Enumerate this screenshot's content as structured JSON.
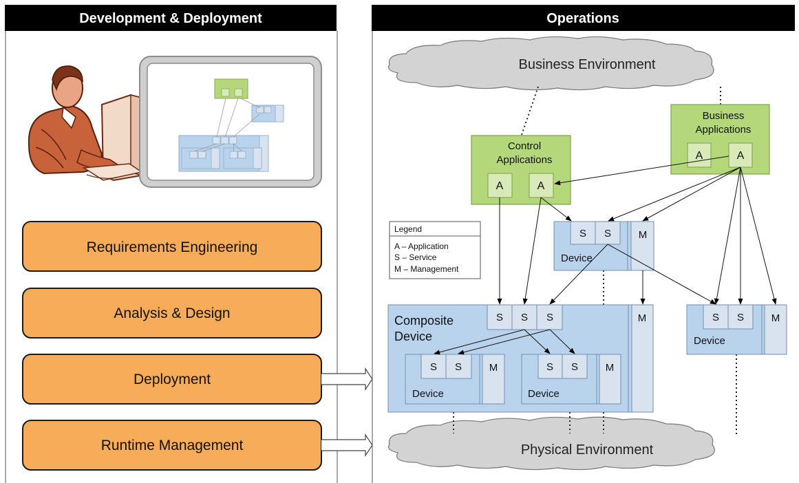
{
  "left_panel": {
    "title": "Development & Deployment",
    "phases": [
      "Requirements Engineering",
      "Analysis & Design",
      "Deployment",
      "Runtime Management"
    ]
  },
  "right_panel": {
    "title": "Operations",
    "business_environment": "Business Environment",
    "physical_environment": "Physical Environment",
    "control_applications": {
      "title_line1": "Control",
      "title_line2": "Applications",
      "app_label": "A"
    },
    "business_applications": {
      "title_line1": "Business",
      "title_line2": "Applications",
      "app_label": "A"
    },
    "service_label": "S",
    "management_label": "M",
    "device_label": "Device",
    "composite_device": {
      "title_line1": "Composite",
      "title_line2": "Device"
    },
    "legend": {
      "title": "Legend",
      "items": [
        "A – Application",
        "S – Service",
        "M – Management"
      ]
    }
  },
  "colors": {
    "header_bg": "#000000",
    "header_text": "#ffffff",
    "phase_fill": "#f7ac59",
    "app_green": "#b4d77a",
    "app_green_dark": "#d7eab8",
    "device_blue": "#bad3ec",
    "service_box": "#d8e3ef",
    "cloud_fill": "#d3d3d3"
  },
  "icons": [
    "person-at-computer-icon",
    "architecture-model-icon"
  ]
}
